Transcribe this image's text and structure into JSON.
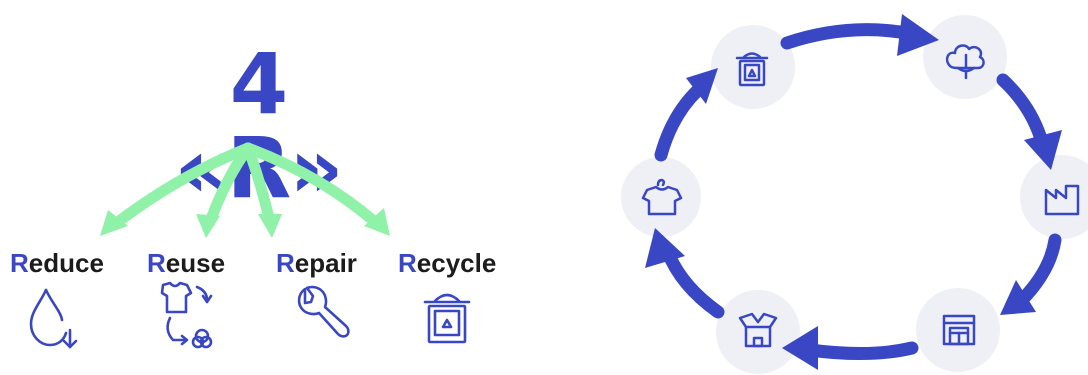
{
  "title": "4 «R»",
  "accent_color": "#3a47c4",
  "arrow_color": "#8ff2a8",
  "cycle_color": "#3a47c4",
  "r_words": [
    {
      "initial": "R",
      "rest": "educe",
      "icon": "water-drop-down-icon"
    },
    {
      "initial": "R",
      "rest": "euse",
      "icon": "tshirt-reuse-icon"
    },
    {
      "initial": "R",
      "rest": "epair",
      "icon": "wrench-icon"
    },
    {
      "initial": "R",
      "rest": "ecycle",
      "icon": "recycle-bin-icon"
    }
  ],
  "cycle_nodes": [
    {
      "icon": "recycle-bin-icon"
    },
    {
      "icon": "cotton-icon"
    },
    {
      "icon": "factory-icon"
    },
    {
      "icon": "store-icon"
    },
    {
      "icon": "box-icon"
    },
    {
      "icon": "tshirt-hanger-icon"
    }
  ]
}
